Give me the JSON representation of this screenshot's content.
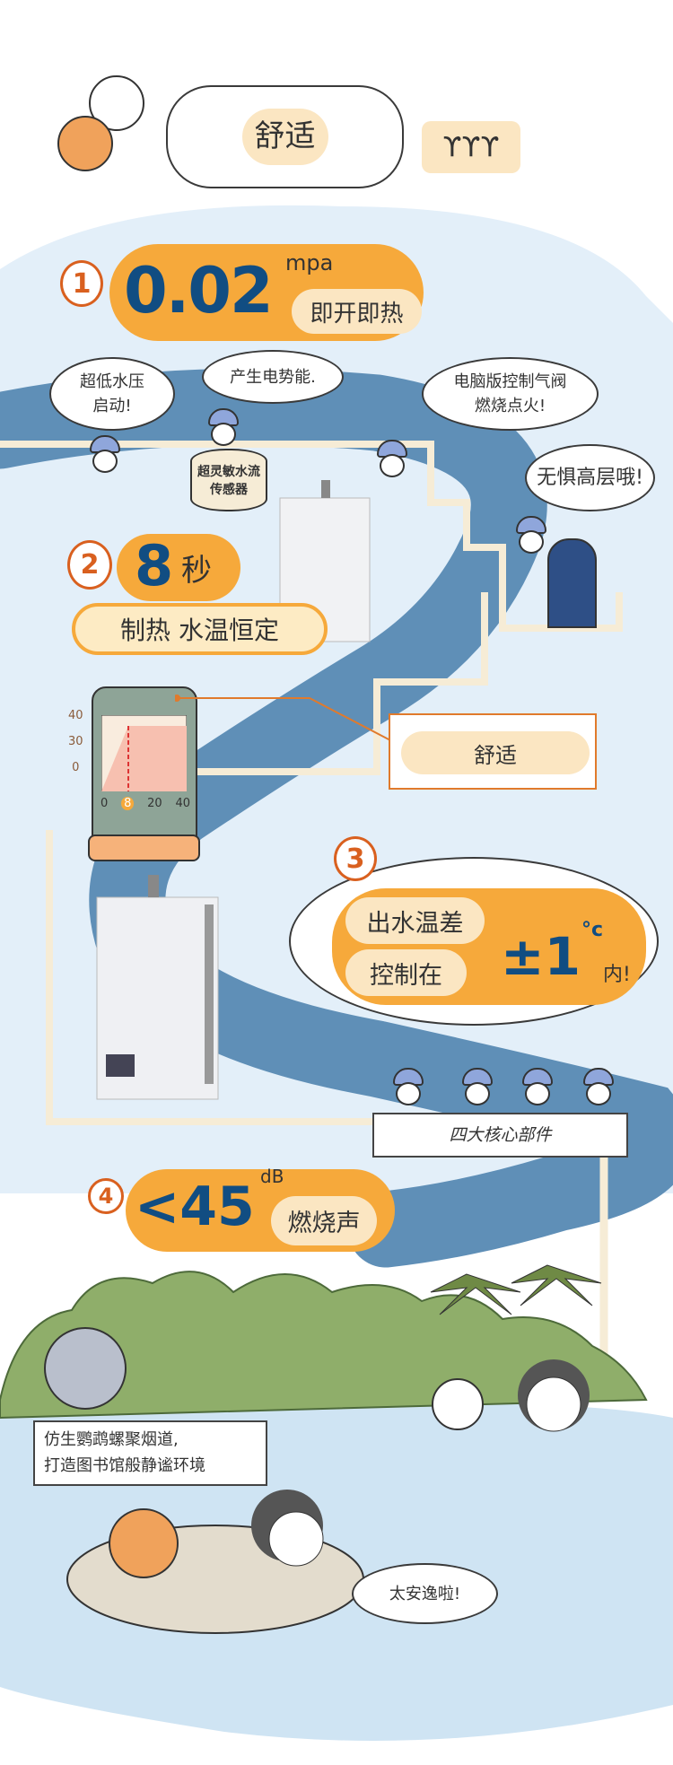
{
  "header": {
    "title": "舒适"
  },
  "section1": {
    "number": "1",
    "value": "0.02",
    "unit": "mpa",
    "label": "即开即热",
    "bubbles": {
      "low_pressure": [
        "超低水压",
        "启动!"
      ],
      "potential": "产生电势能.",
      "ignite": [
        "电脑版控制气阀",
        "燃烧点火!"
      ],
      "high_floor": "无惧高层哦!"
    },
    "sensor": [
      "超灵敏水流",
      "传感器"
    ]
  },
  "section2": {
    "number": "2",
    "value": "8",
    "unit": "秒",
    "label": "制热 水温恒定",
    "callout": "舒适",
    "chart": {
      "y_ticks": [
        "40",
        "30",
        "0"
      ],
      "x_ticks": [
        "0",
        "8",
        "20",
        "40"
      ],
      "highlight_x": "8"
    }
  },
  "section3": {
    "number": "3",
    "line1": "出水温差",
    "line2": "控制在",
    "value": "±1",
    "unit": "°c",
    "suffix": "内!",
    "parts_label": "四大核心部件"
  },
  "section4": {
    "number": "4",
    "value": "<45",
    "unit": "dB",
    "label": "燃烧声",
    "caption": [
      "仿生鹦鹉螺聚烟道,",
      "打造图书馆般静谧环境"
    ],
    "speech": "太安逸啦!"
  },
  "colors": {
    "orange": "#f6a93b",
    "blue_text": "#114d82",
    "river": "#5f8fb7",
    "sky": "#e3eff9",
    "accent": "#d9601f"
  }
}
